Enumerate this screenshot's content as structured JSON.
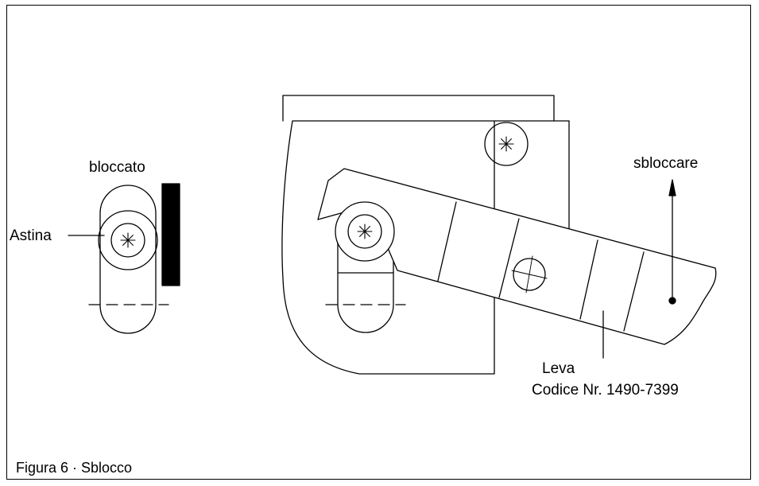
{
  "labels": {
    "locked": "bloccato",
    "rod": "Astina",
    "unlock": "sbloccare",
    "lever": "Leva",
    "part_code": "Codice Nr. 1490-7399"
  },
  "caption": "Figura 6 · Sblocco",
  "colors": {
    "line": "#000000",
    "background": "#ffffff"
  }
}
